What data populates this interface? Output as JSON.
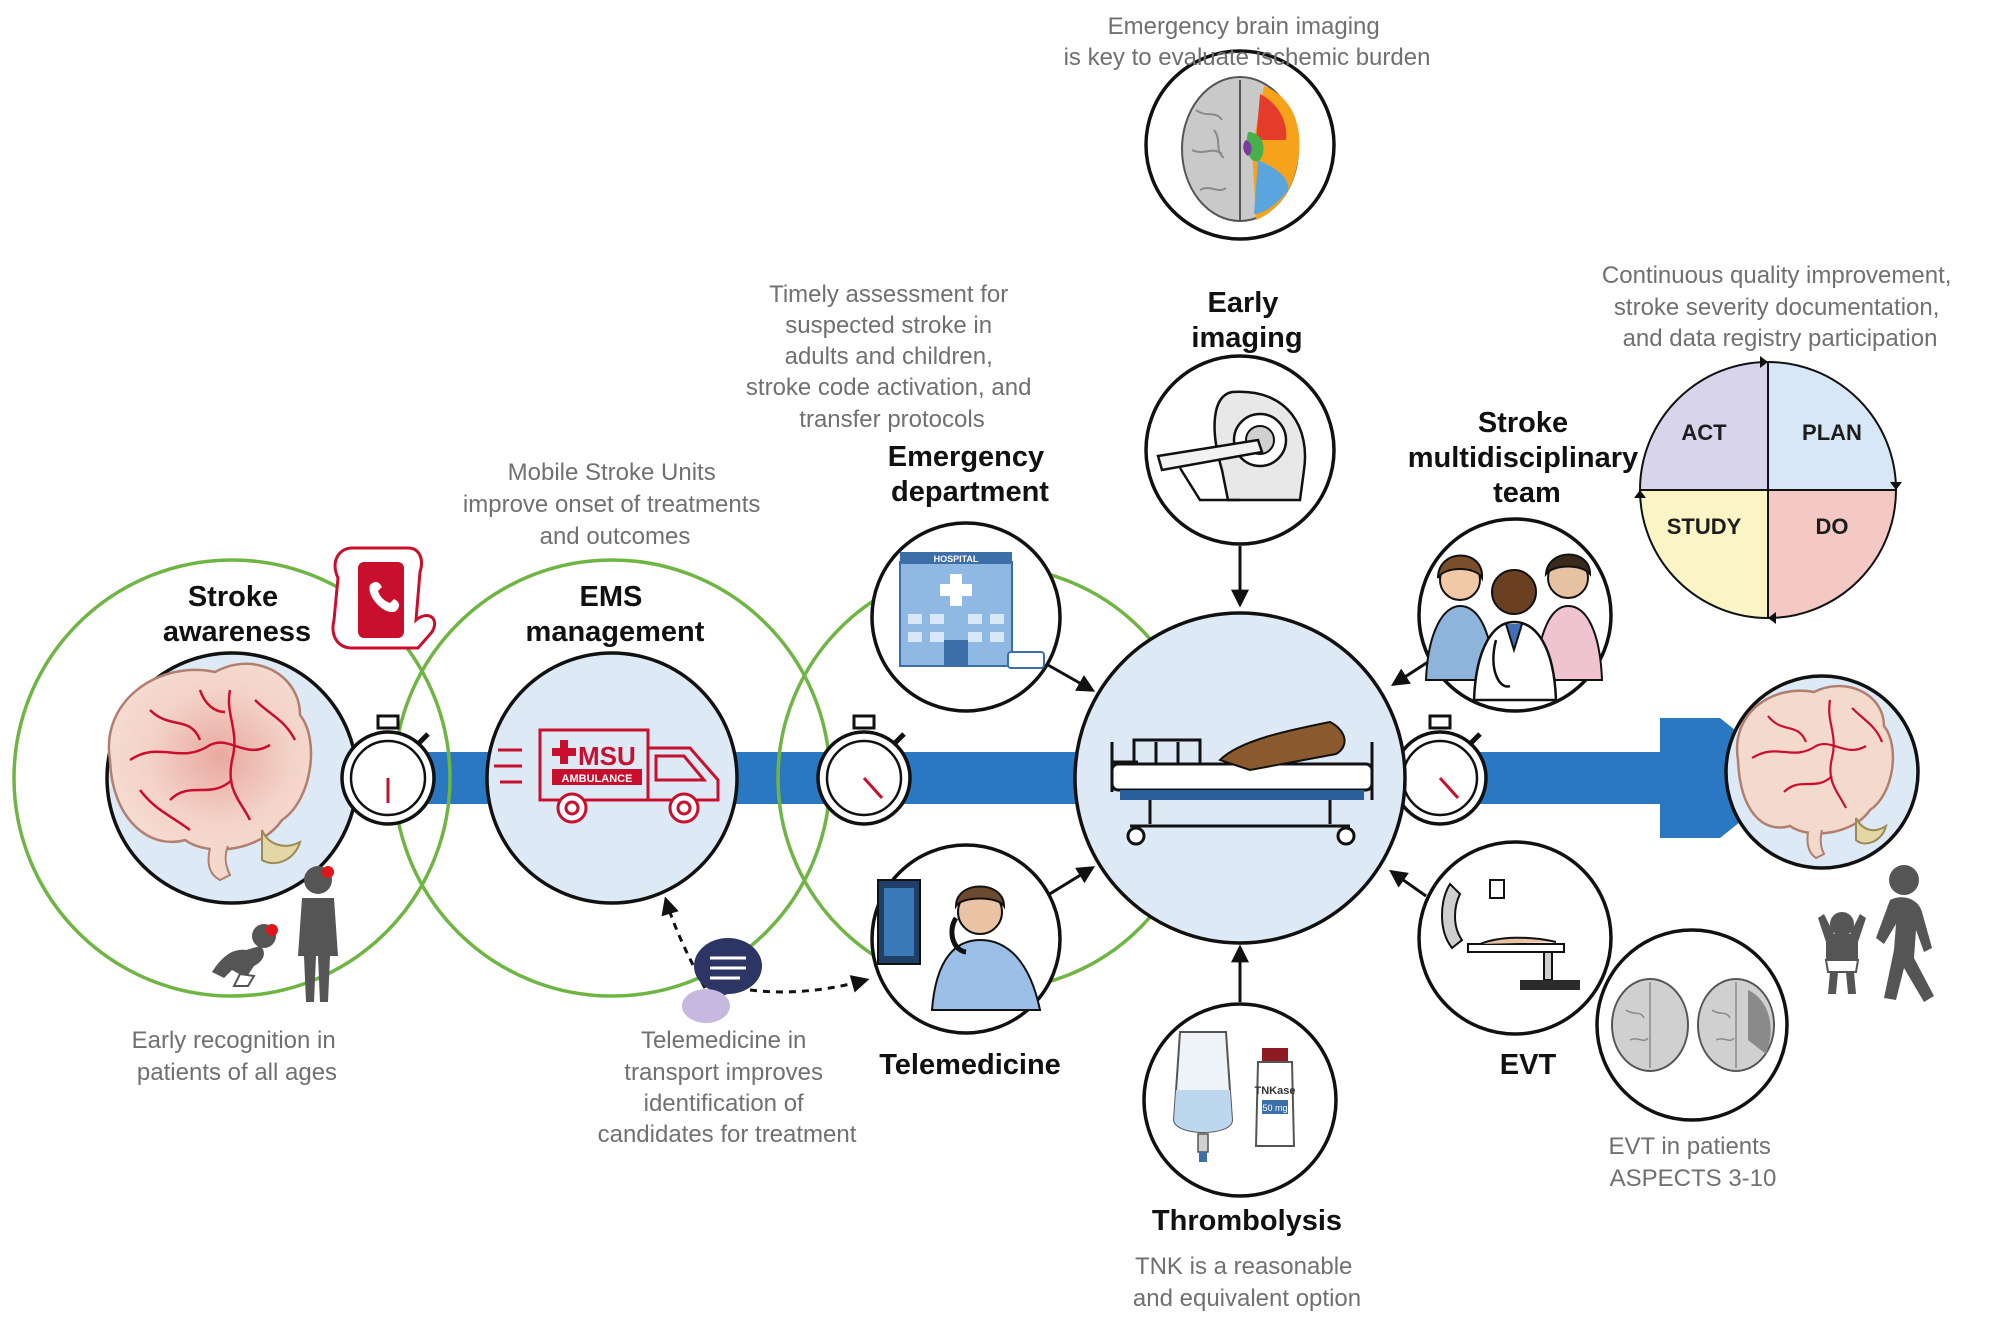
{
  "labels": {
    "stroke_awareness": [
      "Stroke",
      "awareness"
    ],
    "ems_management": [
      "EMS",
      "management"
    ],
    "emergency_department": [
      "Emergency",
      "department"
    ],
    "early_imaging": [
      "Early",
      "imaging"
    ],
    "stroke_team": [
      "Stroke",
      "multidisciplinary",
      "team"
    ],
    "telemedicine": "Telemedicine",
    "thrombolysis": "Thrombolysis",
    "evt": "EVT"
  },
  "notes": {
    "early_recognition": [
      "Early recognition in",
      "patients of all ages"
    ],
    "msu": [
      "Mobile Stroke Units",
      "improve onset of treatments",
      "and outcomes"
    ],
    "telemedicine_transport": [
      "Telemedicine in",
      "transport improves",
      "identification of",
      "candidates for treatment"
    ],
    "timely_assessment": [
      "Timely assessment for",
      "suspected stroke in",
      "adults and children,",
      "stroke code activation, and",
      "transfer protocols"
    ],
    "brain_imaging": [
      "Emergency brain imaging",
      "is key to evaluate ischemic burden"
    ],
    "quality": [
      "Continuous quality improvement,",
      "stroke severity documentation,",
      "and data registry participation"
    ],
    "tnk": [
      "TNK is a reasonable",
      "and equivalent option"
    ],
    "evt_aspects": [
      "EVT in patients",
      "ASPECTS 3-10"
    ]
  },
  "ambulance": {
    "unit": "MSU",
    "text": "AMBULANCE"
  },
  "hospital_sign": "HOSPITAL",
  "drug_vial": {
    "name": "TNKase",
    "dose": "50 mg"
  },
  "pdsa": {
    "act": "ACT",
    "plan": "PLAN",
    "study": "STUDY",
    "do": "DO"
  },
  "colors": {
    "flow_arrow": "#2a78c2",
    "ring": "#6fb544",
    "node_fill": "#dde9f4",
    "brain_vessels": "#c8102e",
    "act": "#d8d4ec",
    "plan": "#d7e7f6",
    "study": "#fbf4c4",
    "do": "#f5c9c3"
  }
}
